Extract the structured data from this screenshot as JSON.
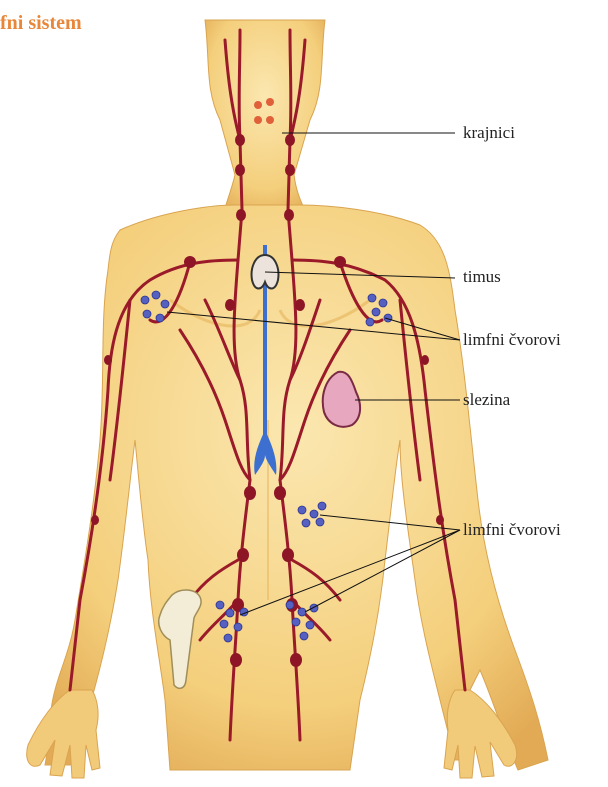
{
  "title": "fni sistem",
  "labels": {
    "krajnici": "krajnici",
    "timus": "timus",
    "limfni_cvorovi_upper": "limfni čvorovi",
    "slezina": "slezina",
    "limfni_cvorovi_lower": "limfni čvorovi"
  },
  "colors": {
    "title": "#e8873a",
    "skin": "#f6d58a",
    "skin_shadow": "#e6b45a",
    "vessel": "#9a1a2a",
    "node": "#8e1526",
    "lymph_node": "#5560c0",
    "thoracic_duct": "#3c6fd0",
    "thymus": "#ece4dc",
    "spleen": "#e7a8bf",
    "bone": "#f3ecd6",
    "leader_line": "#111111"
  },
  "icons": [
    "thymus-organ",
    "spleen-organ",
    "femur-bone"
  ]
}
